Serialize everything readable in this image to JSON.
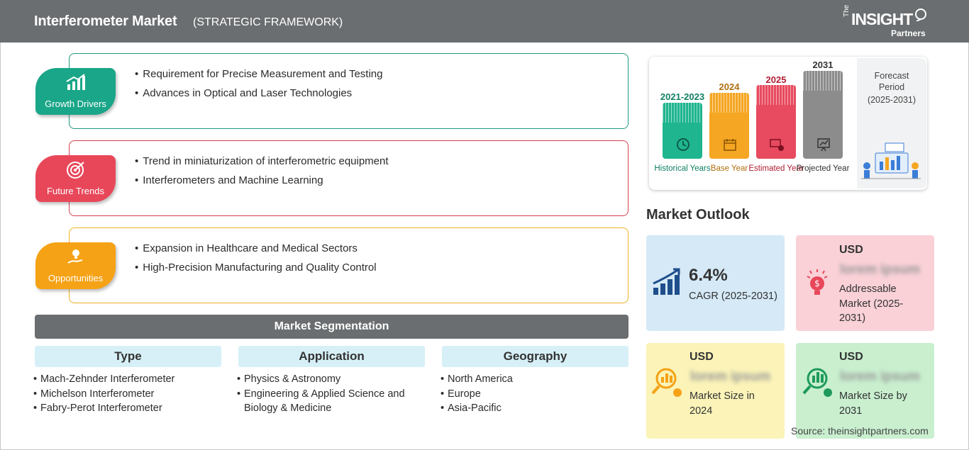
{
  "header": {
    "title": "Interferometer Market",
    "subtitle": "(STRATEGIC FRAMEWORK)",
    "logo": {
      "the": "The",
      "insight": "INSIGHT",
      "partners": "Partners"
    }
  },
  "framework": [
    {
      "label": "Growth Drivers",
      "color": "#1aa688",
      "border": "#1f9a7f",
      "icon": "growth-chart-icon",
      "points": [
        "Requirement for Precise Measurement and Testing",
        "Advances in Optical and Laser Technologies"
      ]
    },
    {
      "label": "Future Trends",
      "color": "#e8475a",
      "border": "#d63f52",
      "icon": "target-icon",
      "points": [
        "Trend in miniaturization of interferometric equipment",
        "Interferometers and Machine Learning"
      ]
    },
    {
      "label": "Opportunities",
      "color": "#f5a216",
      "border": "#f0b020",
      "icon": "lightbulb-hand-icon",
      "points": [
        "Expansion in Healthcare and Medical Sectors",
        "High-Precision Manufacturing and Quality Control"
      ]
    }
  ],
  "segmentation": {
    "title": "Market Segmentation",
    "columns": [
      {
        "head": "Type",
        "items": [
          "Mach-Zehnder Interferometer",
          "Michelson Interferometer",
          "Fabry-Perot Interferometer"
        ]
      },
      {
        "head": "Application",
        "items": [
          "Physics & Astronomy",
          "Engineering & Applied Science and Biology & Medicine"
        ]
      },
      {
        "head": "Geography",
        "items": [
          "North America",
          "Europe",
          "Asia-Pacific"
        ]
      }
    ]
  },
  "timeline": {
    "forecast_label": "Forecast Period",
    "forecast_range": "(2025-2031)",
    "bars": [
      {
        "year": "2021-2023",
        "label": "Historical Years",
        "color": "#1fb58f",
        "year_color": "#128064",
        "icon": "history-clock-icon"
      },
      {
        "year": "2024",
        "label": "Base Year",
        "color": "#f5a623",
        "year_color": "#b07010",
        "icon": "calendar-icon"
      },
      {
        "year": "2025",
        "label": "Estimated Year",
        "color": "#e84a5f",
        "year_color": "#b02036",
        "icon": "estimate-chart-icon"
      },
      {
        "year": "2031",
        "label": "Projected Year",
        "color": "#8c8c8c",
        "year_color": "#333333",
        "icon": "presentation-board-icon"
      }
    ]
  },
  "outlook": {
    "title": "Market Outlook",
    "cagr": {
      "value": "6.4%",
      "label": "CAGR (2025-2031)",
      "bg": "#d5e9f6",
      "icon": "growth-bars-icon"
    },
    "addressable": {
      "usd": "USD",
      "value": "lorem ipsum",
      "label": "Addressable Market (2025-2031)",
      "bg": "#f9d1d7",
      "icon": "money-bulb-icon"
    },
    "size2024": {
      "usd": "USD",
      "value": "lorem ipsum",
      "label": "Market Size in 2024",
      "bg": "#fbf3b8",
      "icon": "magnifier-coin-icon"
    },
    "size2031": {
      "usd": "USD",
      "value": "lorem ipsum",
      "label": "Market Size by 2031",
      "bg": "#c9efcf",
      "icon": "magnifier-chart-icon"
    }
  },
  "source": "Source: theinsightpartners.com"
}
